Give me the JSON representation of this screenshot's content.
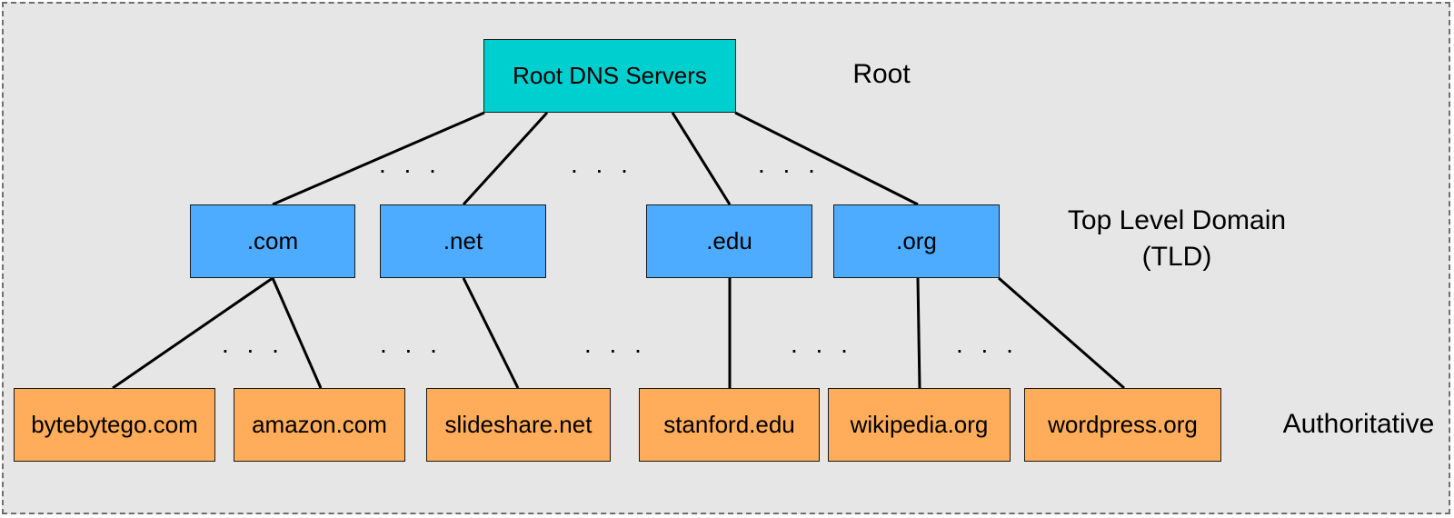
{
  "colors": {
    "root": "#00cfcf",
    "tld": "#4dacff",
    "authoritative": "#ffad5a"
  },
  "levels": {
    "root": "Root",
    "tld_line1": "Top Level Domain",
    "tld_line2": "(TLD)",
    "authoritative": "Authoritative"
  },
  "root_node": "Root DNS Servers",
  "tld_nodes": [
    ".com",
    ".net",
    ".edu",
    ".org"
  ],
  "authoritative_nodes": [
    "bytebytego.com",
    "amazon.com",
    "slideshare.net",
    "stanford.edu",
    "wikipedia.org",
    "wordpress.org"
  ],
  "ellipsis": ". . ."
}
